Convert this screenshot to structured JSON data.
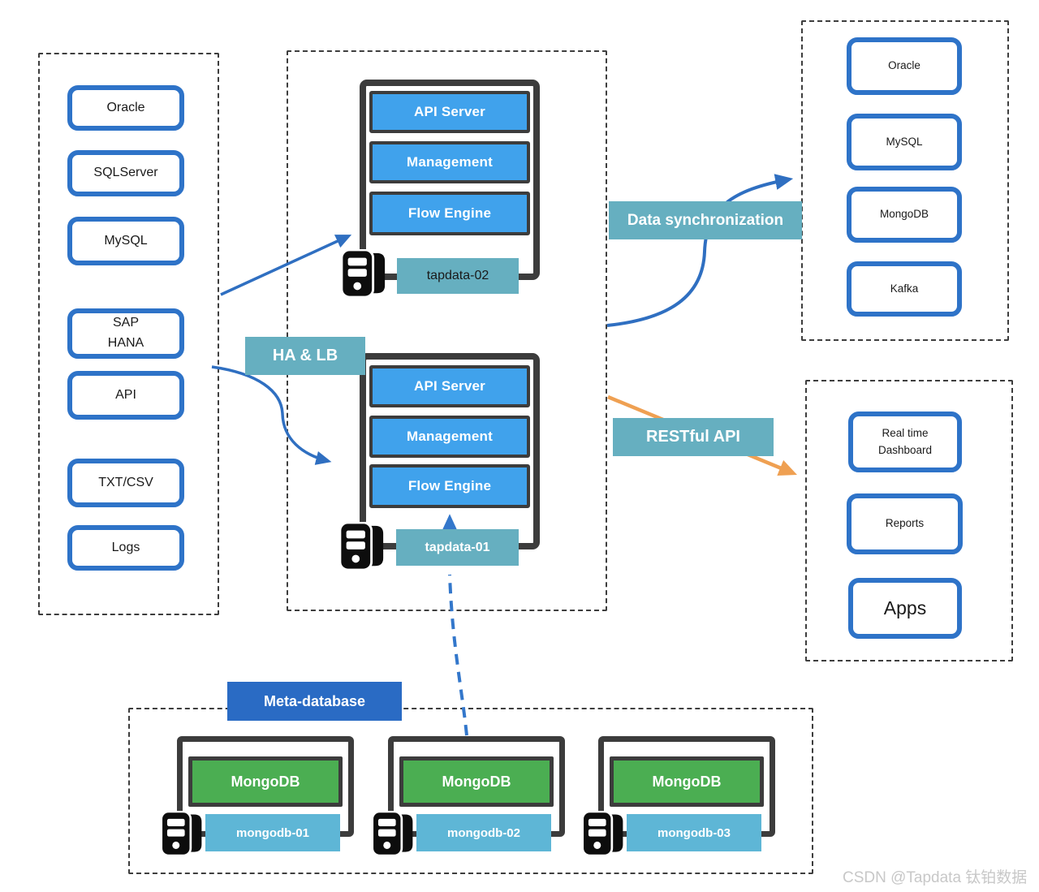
{
  "sources": {
    "items": [
      "Oracle",
      "SQLServer",
      "MySQL",
      "SAP\nHANA",
      "API",
      "TXT/CSV",
      "Logs"
    ]
  },
  "cluster": {
    "ha_lb": "HA & LB",
    "nodes": [
      {
        "hostname": "tapdata-02",
        "components": [
          "API Server",
          "Management",
          "Flow Engine"
        ]
      },
      {
        "hostname": "tapdata-01",
        "components": [
          "API Server",
          "Management",
          "Flow Engine"
        ]
      }
    ]
  },
  "flows": {
    "data_sync": "Data synchronization",
    "restful_api": "RESTful API"
  },
  "targets": {
    "items": [
      "Oracle",
      "MySQL",
      "MongoDB",
      "Kafka"
    ]
  },
  "consumers": {
    "items": [
      "Real time\nDashboard",
      "Reports",
      "Apps"
    ]
  },
  "meta_database": {
    "label": "Meta-database",
    "nodes": [
      {
        "db": "MongoDB",
        "hostname": "mongodb-01"
      },
      {
        "db": "MongoDB",
        "hostname": "mongodb-02"
      },
      {
        "db": "MongoDB",
        "hostname": "mongodb-03"
      }
    ]
  },
  "watermark": "CSDN @Tapdata 钛铂数据",
  "icons": {
    "server": "server-tower-icon"
  },
  "colors": {
    "pill_border_blue": "#2e73c8",
    "component_blue": "#40a2ec",
    "teal_label": "#66afc0",
    "mongo_host_label": "#5eb6d6",
    "meta_blue": "#2a6bc4",
    "green": "#4bae52",
    "dark_frame": "#3c3c3c",
    "arrow_blue": "#2f6fc1",
    "arrow_dashed_blue": "#3377cb",
    "arrow_orange": "#efa052",
    "watermark_gray": "#c8c8c8"
  }
}
